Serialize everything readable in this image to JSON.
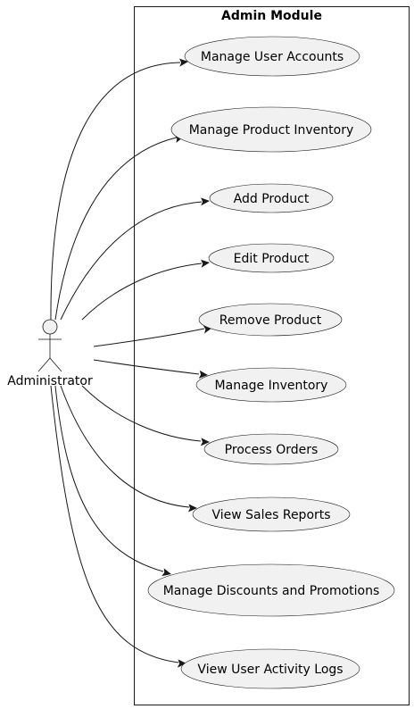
{
  "actor": {
    "name": "Administrator"
  },
  "boundary": {
    "title": "Admin Module"
  },
  "use_cases": [
    {
      "label": "Manage User Accounts"
    },
    {
      "label": "Manage Product Inventory"
    },
    {
      "label": "Add Product"
    },
    {
      "label": "Edit Product"
    },
    {
      "label": "Remove Product"
    },
    {
      "label": "Manage Inventory"
    },
    {
      "label": "Process Orders"
    },
    {
      "label": "View Sales Reports"
    },
    {
      "label": "Manage Discounts and Promotions"
    },
    {
      "label": "View User Activity Logs"
    }
  ]
}
